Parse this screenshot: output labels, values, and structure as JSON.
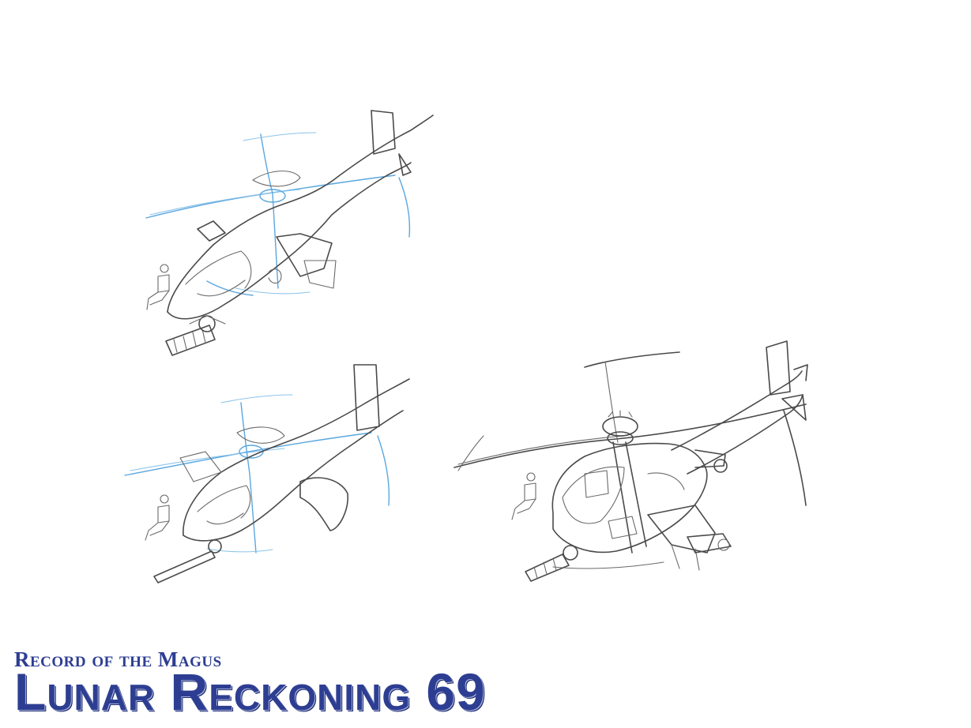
{
  "title": {
    "subtitle": "Record of the Magus",
    "main": "Lunar Reckoning 69"
  },
  "colors": {
    "title": "#2d3e92",
    "ink": "#4a4a4a",
    "rotor_guide": "#5aa7df",
    "background": "#ffffff"
  },
  "sketches": [
    {
      "name": "helicopter-sketch-1",
      "rotor_guide": true
    },
    {
      "name": "helicopter-sketch-2",
      "rotor_guide": true
    },
    {
      "name": "helicopter-sketch-3",
      "rotor_guide": false
    }
  ]
}
